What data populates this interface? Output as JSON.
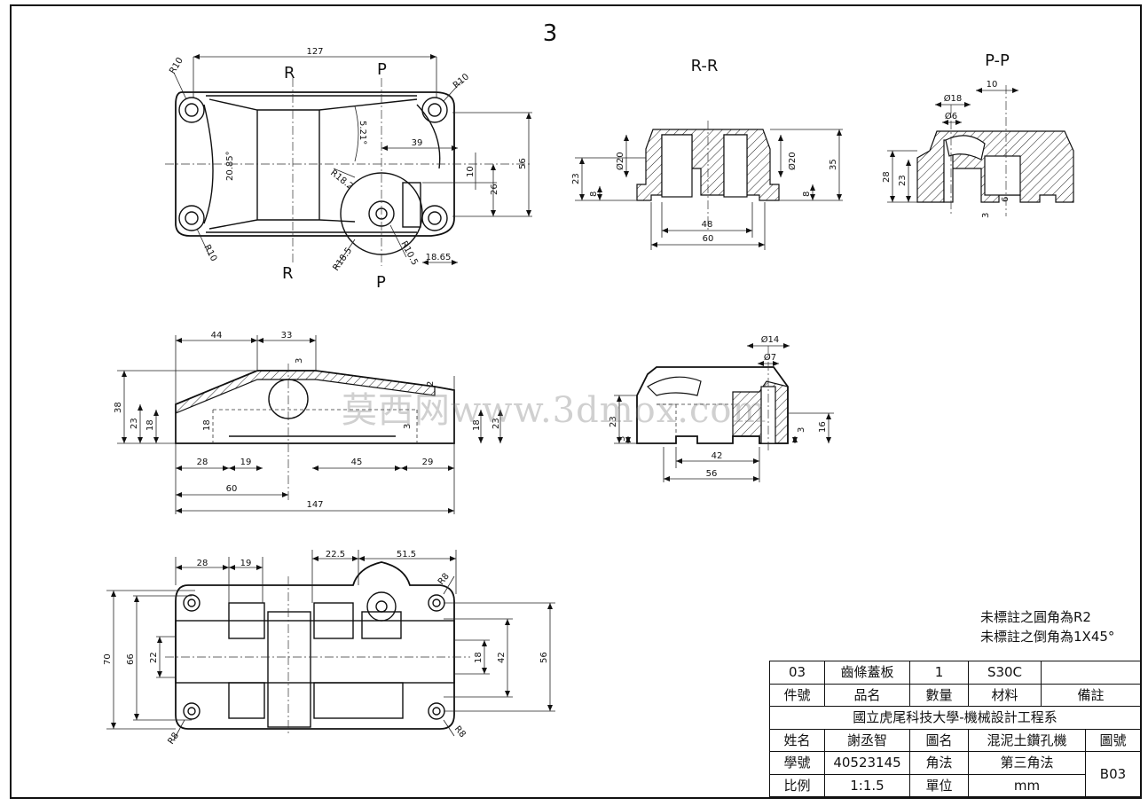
{
  "sheet": {
    "number": "3"
  },
  "views": {
    "top": {
      "section_marks": [
        "R",
        "P",
        "R",
        "P"
      ],
      "dims": [
        "127",
        "R10",
        "R10",
        "R10",
        "20.85°",
        "5.21°",
        "39",
        "10",
        "26",
        "56",
        "R18.2",
        "R18.5",
        "R10.5",
        "18.65"
      ]
    },
    "section_rr": {
      "title": "R-R",
      "dims": [
        "Ø20",
        "Ø20",
        "23",
        "8",
        "8",
        "35",
        "48",
        "60"
      ]
    },
    "section_pp": {
      "title": "P-P",
      "dims": [
        "10",
        "Ø18",
        "Ø6",
        "28",
        "23",
        "3",
        "6"
      ]
    },
    "front": {
      "dims": [
        "44",
        "33",
        "3",
        "2",
        "38",
        "23",
        "18",
        "18",
        "3",
        "18",
        "23",
        "28",
        "19",
        "45",
        "29",
        "60",
        "147"
      ]
    },
    "side": {
      "dims": [
        "Ø14",
        "Ø7",
        "23",
        "3",
        "3",
        "16",
        "42",
        "56"
      ]
    },
    "bottom": {
      "dims": [
        "28",
        "19",
        "22.5",
        "51.5",
        "R8",
        "70",
        "66",
        "22",
        "18",
        "42",
        "56",
        "R8",
        "R8"
      ]
    }
  },
  "notes": [
    "未標註之圓角為R2",
    "未標註之倒角為1X45°"
  ],
  "watermark": "莫西网www.3dmox.com",
  "title_block": {
    "row1": [
      "03",
      "齒條蓋板",
      "1",
      "S30C",
      ""
    ],
    "row2": [
      "件號",
      "品名",
      "數量",
      "材料",
      "備註"
    ],
    "row3": "國立虎尾科技大學-機械設計工程系",
    "row4": [
      "姓名",
      "謝丞智",
      "圖名",
      "混泥土鑽孔機",
      "圖號"
    ],
    "row5": [
      "學號",
      "40523145",
      "角法",
      "第三角法",
      "B03"
    ],
    "row6": [
      "比例",
      "1:1.5",
      "單位",
      "mm"
    ]
  }
}
